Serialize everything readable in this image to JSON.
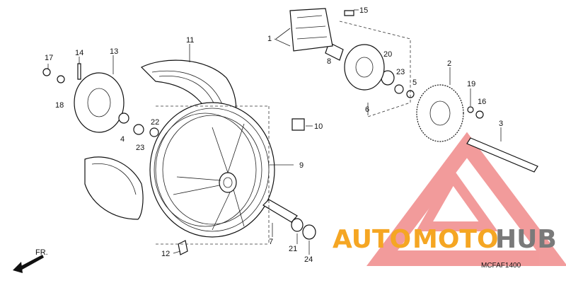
{
  "labels": {
    "p1": "1",
    "p2": "2",
    "p3": "3",
    "p4": "4",
    "p5": "5",
    "p6": "6",
    "p7": "7",
    "p8": "8",
    "p9": "9",
    "p10": "10",
    "p11": "11",
    "p12": "12",
    "p13": "13",
    "p14": "14",
    "p15": "15",
    "p16": "16",
    "p17": "17",
    "p18": "18",
    "p19": "19",
    "p20": "20",
    "p21": "21",
    "p22": "22",
    "p23a": "23",
    "p23b": "23",
    "p24": "24"
  },
  "front_marker": "FR.",
  "diagram_code": "MCFAF1400",
  "watermark": {
    "part1": "AUTO",
    "part2": "MOTO",
    "part3": "HUB",
    "color1": "#f5a623",
    "color2": "#f5a623",
    "color3": "#7a7a7a",
    "logo_color": "#e84b4b"
  }
}
